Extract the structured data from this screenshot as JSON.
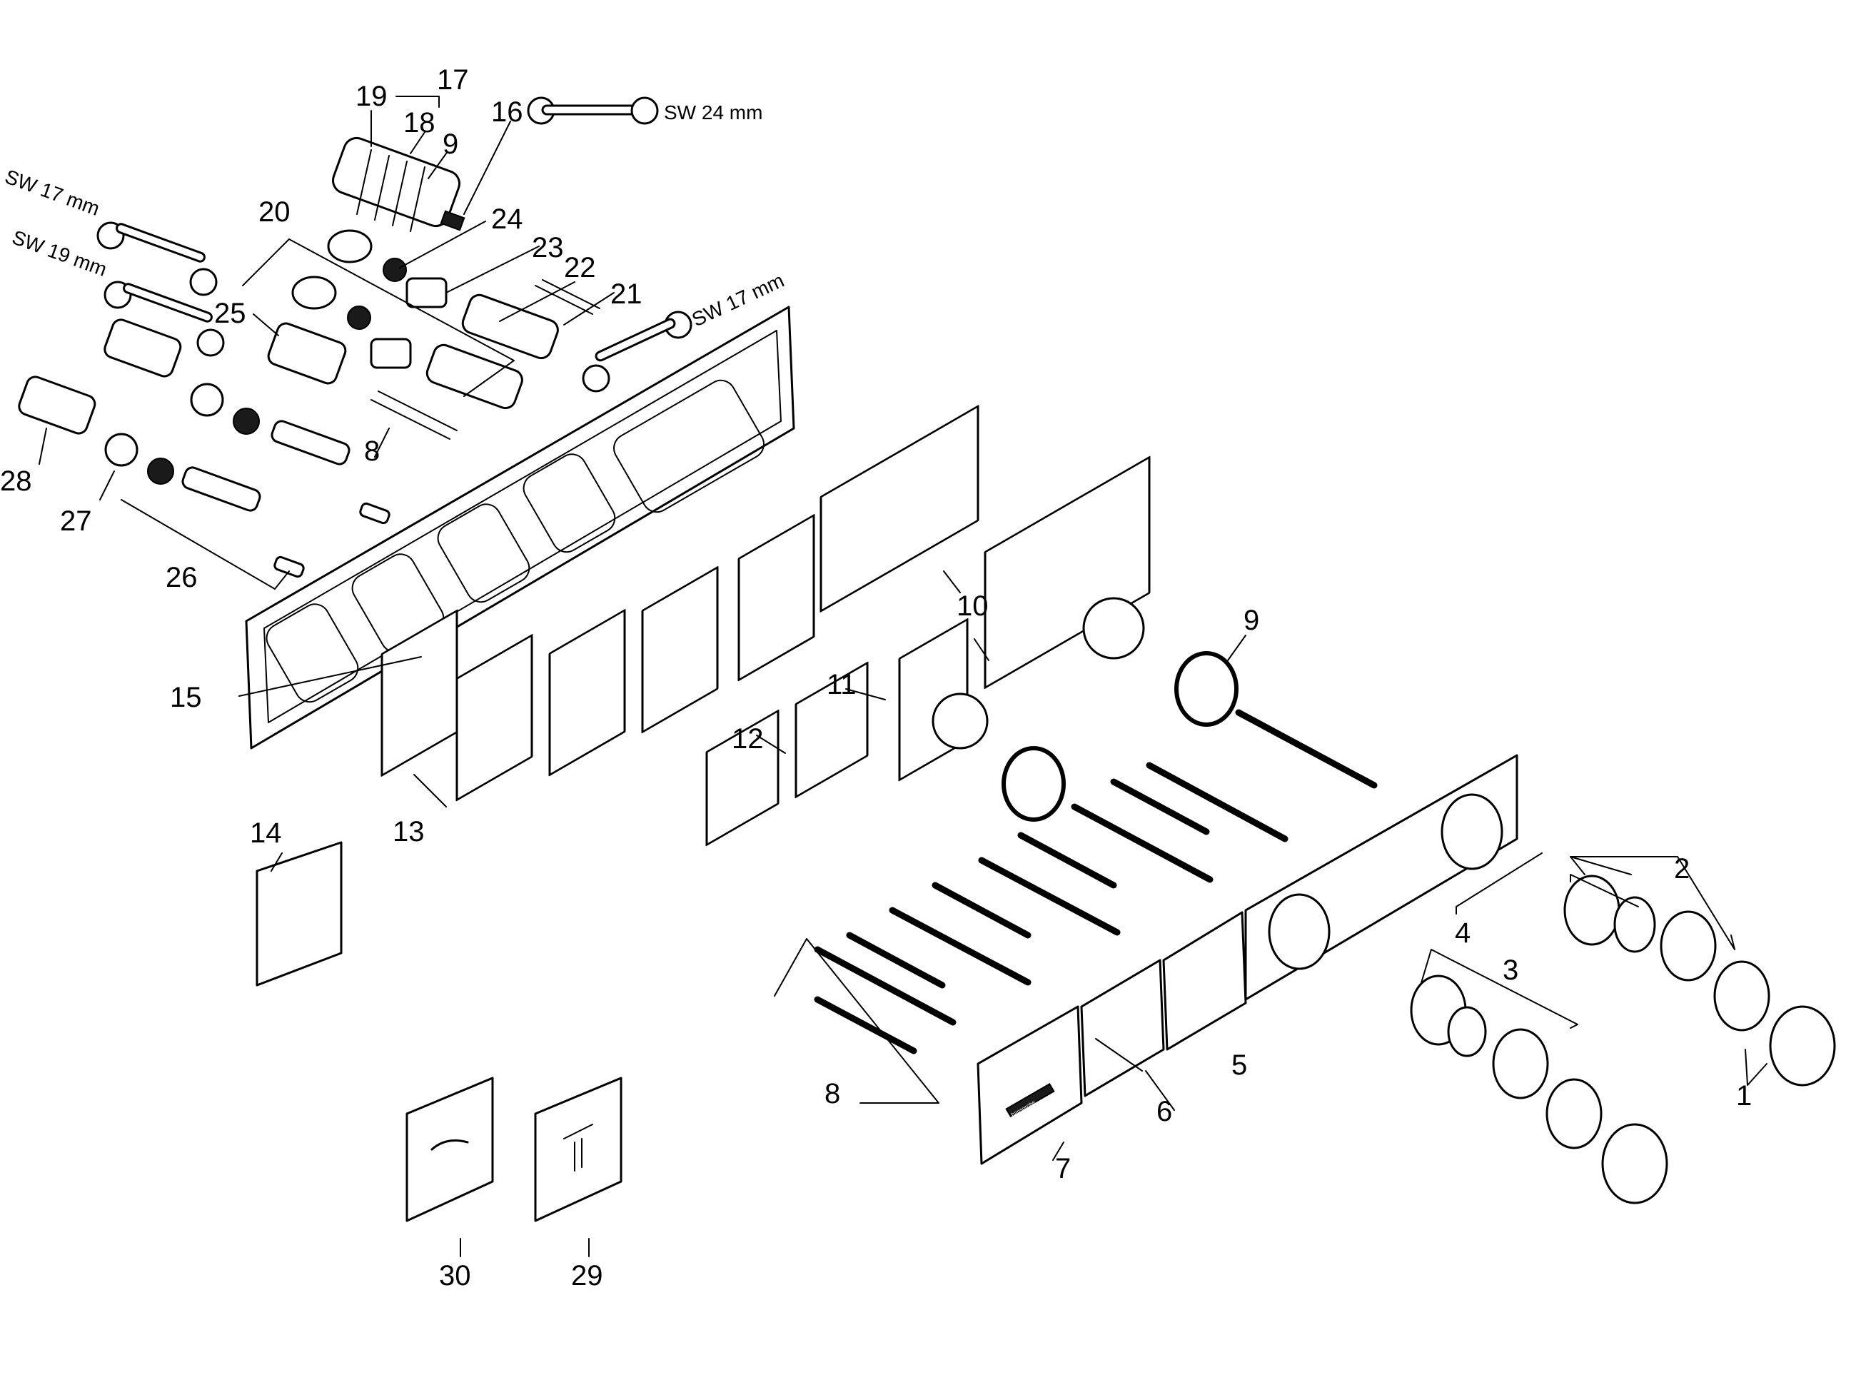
{
  "labels": {
    "n1": "1",
    "n2": "2",
    "n3": "3",
    "n4": "4",
    "n5": "5",
    "n6": "6",
    "n7": "7",
    "n8a": "8",
    "n8b": "8",
    "n9a": "9",
    "n9b": "9",
    "n10": "10",
    "n11": "11",
    "n12": "12",
    "n13": "13",
    "n14": "14",
    "n15": "15",
    "n16": "16",
    "n17": "17",
    "n18": "18",
    "n19": "19",
    "n20": "20",
    "n21": "21",
    "n22": "22",
    "n23": "23",
    "n24": "24",
    "n25": "25",
    "n26": "26",
    "n27": "27",
    "n28": "28",
    "n29": "29",
    "n30": "30"
  },
  "wrench_sizes": {
    "top": "SW 24 mm",
    "left_upper": "SW 17 mm",
    "left_lower": "SW 19 mm",
    "right": "SW 17 mm"
  },
  "panel_brand": "hansgrohe"
}
